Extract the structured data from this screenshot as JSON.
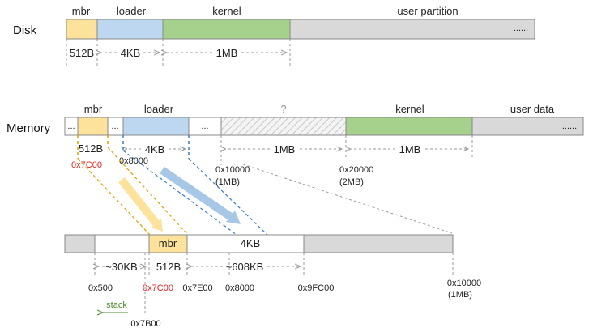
{
  "disk": {
    "title": "Disk",
    "labels": {
      "mbr": "mbr",
      "loader": "loader",
      "kernel": "kernel",
      "user_partition": "user partition"
    },
    "ellipsis": "......",
    "sizes": {
      "mbr": "512B",
      "loader": "4KB",
      "kernel": "1MB"
    }
  },
  "memory": {
    "title": "Memory",
    "labels": {
      "mbr": "mbr",
      "loader": "loader",
      "unknown": "?",
      "kernel": "kernel",
      "user_data": "user data"
    },
    "dots": "...",
    "ellipsis": "......",
    "sizes": {
      "mbr": "512B",
      "loader": "4KB",
      "gap": "1MB",
      "kernel": "1MB"
    },
    "addresses": {
      "mbr": "0x7C00",
      "loader": "0x8000",
      "kernel_start": "0x10000",
      "kernel_start_note": "(1MB)",
      "user_start": "0x20000",
      "user_start_note": "(2MB)"
    }
  },
  "zoom": {
    "blocks": {
      "mbr": "mbr",
      "loader": "4KB"
    },
    "sizes": {
      "below_mbr": "~30KB",
      "mbr": "512B",
      "above": "~608KB"
    },
    "addresses": [
      "0x500",
      "0x7C00",
      "0x7E00",
      "0x8000",
      "0x9FC00",
      "0x10000"
    ],
    "end_note": "(1MB)",
    "stack_label": "stack",
    "stack_addr": "0x7B00"
  },
  "colors": {
    "mbr": "#fce29a",
    "loader": "#bcd7ef",
    "kernel": "#a5d18c",
    "user": "#d9d9d9",
    "red": "#e02424",
    "green": "#4c8a2b"
  }
}
